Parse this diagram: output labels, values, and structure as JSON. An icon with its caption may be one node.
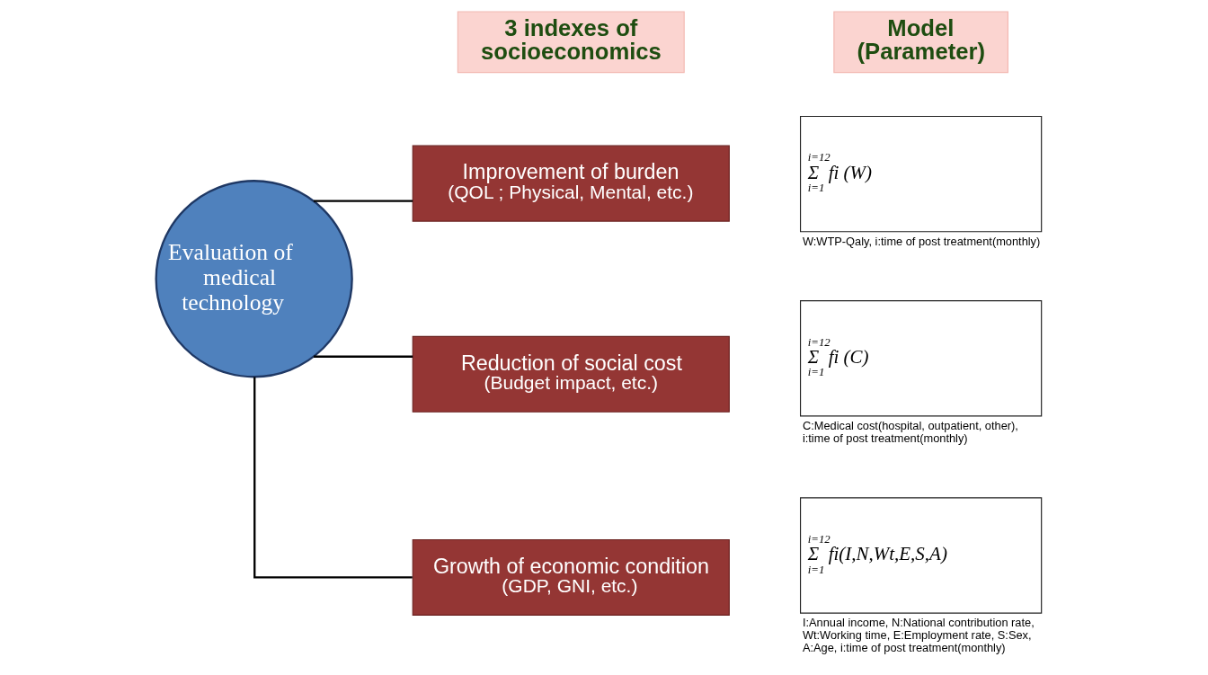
{
  "diagram": {
    "nodes": [
      {
        "text": [
          "Evaluation of medical technology"
        ]
      },
      {
        "text": [
          "Improvement of burden",
          "(QOL ; Physical, Mental, etc.)"
        ]
      },
      {
        "text": [
          "Reduction of social cost",
          "(Budget impact, etc.)"
        ]
      },
      {
        "text": [
          "Growth of economic condition",
          "(GDP, GNI, etc.)"
        ]
      },
      {
        "text": [
          "i=12",
          "Σ  fi (W)",
          "i=1"
        ],
        "beside": [
          "W:WTP-Qaly, i:time of post treatment(monthly)"
        ]
      },
      {
        "text": [
          "i=12",
          "Σ  fi (C)",
          "i=1"
        ],
        "beside": [
          "C:Medical cost(hospital, outpatient, other), i:time of post treatment(monthly)"
        ]
      },
      {
        "text": [
          "i=12",
          "Σ  fi(I,N,Wt,E,S,A)",
          "i=1"
        ],
        "beside": [
          "I:Annual income, N:National contribution rate, Wt:Working time, E:Employment rate, S:Sex, A:Age, i:time of post treatment(monthly)"
        ]
      },
      {
        "text": [
          "3 indexes of socioeconomics"
        ]
      },
      {
        "text": [
          "Model (Parameter)"
        ]
      }
    ],
    "edges": [
      {
        "from": 0,
        "to": 1,
        "arrow": "none"
      },
      {
        "from": 0,
        "to": 2,
        "arrow": "none"
      },
      {
        "from": 0,
        "to": 3,
        "arrow": "none"
      }
    ]
  }
}
